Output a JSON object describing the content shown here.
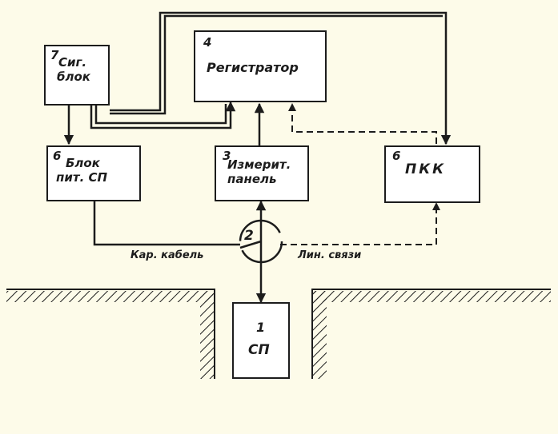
{
  "blocks": {
    "signal_block": {
      "number": "7",
      "line1": "Сиг.",
      "line2": "блок"
    },
    "recorder": {
      "number": "4",
      "line1": "Регистратор"
    },
    "power_block": {
      "number": "6",
      "line1": "Блок",
      "line2": "пит. СП"
    },
    "measure_panel": {
      "number": "3",
      "line1": "Измерит.",
      "line2": "панель"
    },
    "pkk": {
      "number": "6",
      "line1": "ПКК"
    },
    "sp": {
      "number": "1",
      "line1": "СП"
    }
  },
  "junction": {
    "number": "2"
  },
  "labels": {
    "cable": "Кар. кабель",
    "comm_line": "Лин. связи"
  },
  "colors": {
    "ink": "#1c1c1c",
    "background": "#fdfbe9",
    "box_fill": "#ffffff"
  }
}
